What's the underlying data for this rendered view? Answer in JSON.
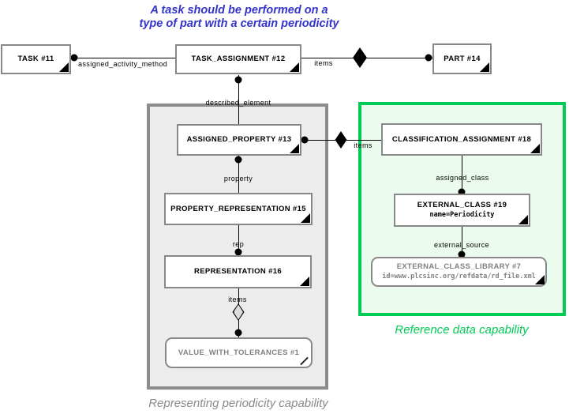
{
  "title": {
    "line1": "A task should be performed on a",
    "line2": "type of part with a certain periodicity"
  },
  "nodes": {
    "task11": {
      "label": "TASK #11"
    },
    "task_assignment12": {
      "label": "TASK_ASSIGNMENT #12"
    },
    "part14": {
      "label": "PART #14"
    },
    "assigned_property13": {
      "label": "ASSIGNED_PROPERTY #13"
    },
    "classification_assignment18": {
      "label": "CLASSIFICATION_ASSIGNMENT #18"
    },
    "property_representation15": {
      "label": "PROPERTY_REPRESENTATION #15"
    },
    "external_class19": {
      "label": "EXTERNAL_CLASS #19",
      "attribute": "name=Periodicity"
    },
    "representation16": {
      "label": "REPRESENTATION #16"
    },
    "external_class_library7": {
      "label": "EXTERNAL_CLASS_LIBRARY #7",
      "attribute": "id=www.plcsinc.org/refdata/rd_file.xml"
    },
    "value_with_tolerances1": {
      "label": "VALUE_WITH_TOLERANCES #1"
    }
  },
  "edge_labels": {
    "assigned_activity_method": "assigned_activity_method",
    "items_task_part": "items",
    "described_element": "described_element",
    "items_assigned_property": "items",
    "property": "property",
    "rep": "rep",
    "items_representation": "items",
    "assigned_class": "assigned_class",
    "external_source": "external_source"
  },
  "captions": {
    "representing_periodicity": "Representing periodicity capability",
    "reference_data": "Reference data capability"
  },
  "colors": {
    "title_blue": "#3333cc",
    "green_accent": "#00cc55",
    "gray_caption": "#8a8a8a",
    "box_border_gray": "#888888",
    "box_container_gray": "#8c8c8c",
    "muted_text_gray": "#808080"
  }
}
